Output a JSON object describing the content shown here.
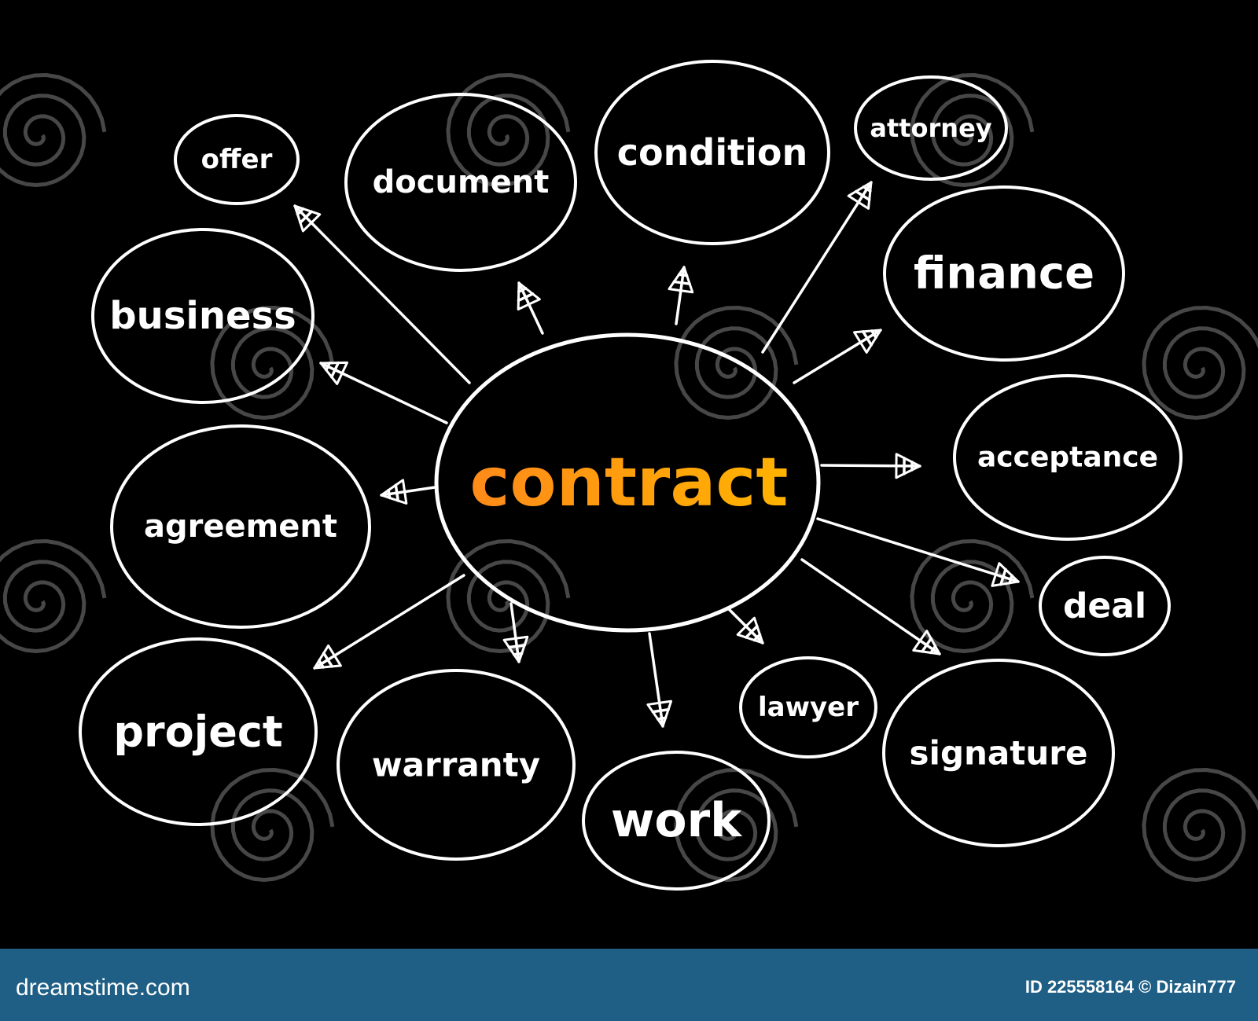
{
  "diagram": {
    "center": {
      "label": "contract",
      "gradient": [
        "#ff8a1a",
        "#ffb300"
      ]
    },
    "nodes": [
      {
        "id": "offer",
        "label": "offer"
      },
      {
        "id": "document",
        "label": "document"
      },
      {
        "id": "condition",
        "label": "condition"
      },
      {
        "id": "attorney",
        "label": "attorney"
      },
      {
        "id": "finance",
        "label": "finance"
      },
      {
        "id": "business",
        "label": "business"
      },
      {
        "id": "acceptance",
        "label": "acceptance"
      },
      {
        "id": "agreement",
        "label": "agreement"
      },
      {
        "id": "deal",
        "label": "deal"
      },
      {
        "id": "project",
        "label": "project"
      },
      {
        "id": "warranty",
        "label": "warranty"
      },
      {
        "id": "work",
        "label": "work"
      },
      {
        "id": "lawyer",
        "label": "lawyer"
      },
      {
        "id": "signature",
        "label": "signature"
      }
    ]
  },
  "colors": {
    "background": "#000000",
    "line": "#ffffff",
    "footer": "#1f5f85"
  },
  "watermark": {
    "text": "dreamstime",
    "icon": "spiral-logo-icon"
  },
  "footer": {
    "brand": "dreamstime.com",
    "credit": "ID 225558164 © Dizain777"
  }
}
